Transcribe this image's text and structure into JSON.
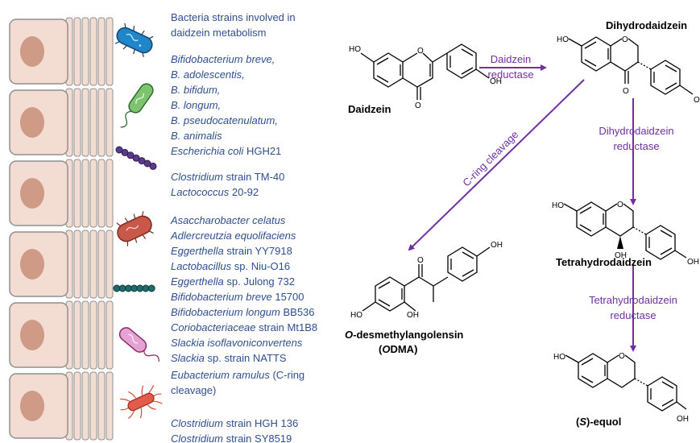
{
  "legend": {
    "title_line1": "Bacteria strains involved in",
    "title_line2": "daidzein metabolism"
  },
  "groups": [
    {
      "lines": [
        [
          {
            "t": "Bifidobacterium breve,",
            "i": true
          }
        ],
        [
          {
            "t": "B. adolescentis,",
            "i": true
          }
        ],
        [
          {
            "t": "B. bifidum,",
            "i": true
          }
        ],
        [
          {
            "t": "B. longum,",
            "i": true
          }
        ],
        [
          {
            "t": "B. pseudocatenulatum,",
            "i": true
          }
        ],
        [
          {
            "t": "B. animalis",
            "i": true
          }
        ],
        [
          {
            "t": "Escherichia coli",
            "i": true
          },
          {
            "t": " HGH21",
            "i": false
          }
        ]
      ]
    },
    {
      "lines": [
        [
          {
            "t": "Clostridium",
            "i": true
          },
          {
            "t": " strain TM-40",
            "i": false
          }
        ],
        [
          {
            "t": "Lactococcus",
            "i": true
          },
          {
            "t": " 20-92",
            "i": false
          }
        ]
      ]
    },
    {
      "lines": [
        [
          {
            "t": "Asaccharobacter celatus",
            "i": true
          }
        ],
        [
          {
            "t": "Adlercreutzia equolifaciens",
            "i": true
          }
        ],
        [
          {
            "t": "Eggerthella",
            "i": true
          },
          {
            "t": " strain YY7918",
            "i": false
          }
        ],
        [
          {
            "t": "Lactobacillus",
            "i": true
          },
          {
            "t": " sp. Niu-O16",
            "i": false
          }
        ],
        [
          {
            "t": "Eggerthella",
            "i": true
          },
          {
            "t": " sp. Julong 732",
            "i": false
          }
        ],
        [
          {
            "t": "Bifidobacterium breve",
            "i": true
          },
          {
            "t": " 15700",
            "i": false
          }
        ],
        [
          {
            "t": "Bifidobacterium longum",
            "i": true
          },
          {
            "t": " BB536",
            "i": false
          }
        ],
        [
          {
            "t": "Coriobacteriaceae",
            "i": true
          },
          {
            "t": "  strain Mt1B8",
            "i": false
          }
        ],
        [
          {
            "t": "Slackia isoflavoniconvertens",
            "i": true
          }
        ],
        [
          {
            "t": "Slackia",
            "i": true
          },
          {
            "t": " sp. strain NATTS",
            "i": false
          }
        ]
      ]
    },
    {
      "lines": [
        [
          {
            "t": "Eubacterium ramulus",
            "i": true
          },
          {
            "t": " (C-ring",
            "i": false
          }
        ],
        [
          {
            "t": "cleavage)",
            "i": false
          }
        ]
      ]
    },
    {
      "lines": [
        [
          {
            "t": "Clostridium",
            "i": true
          },
          {
            "t": " strain HGH 136",
            "i": false
          }
        ],
        [
          {
            "t": "Clostridium",
            "i": true
          },
          {
            "t": " strain SY8519",
            "i": false
          }
        ]
      ]
    }
  ],
  "compounds": {
    "daidzein": "Daidzein",
    "dihydrodaidzein": "Dihydrodaidzein",
    "tetrahydrodaidzein": "Tetrahydrodaidzein",
    "odma_line1_italic": "O",
    "odma_line1_rest": "-desmethylangolensin",
    "odma_line2_open": "(",
    "odma_line2_italic": "O",
    "odma_line2_rest": "DMA)",
    "equol_open": "(",
    "equol_italic": "S",
    "equol_rest": ")-equol"
  },
  "enzymes": {
    "daidzein_reductase_1": "Daidzein",
    "daidzein_reductase_2": "reductase",
    "dhd_reductase_1": "Dihydrodaidzein",
    "dhd_reductase_2": "reductase",
    "thd_reductase_1": "Tetrahydrodaidzein",
    "thd_reductase_2": "reductase",
    "c_ring": "C-ring cleavage"
  },
  "atoms": {
    "ho": "HO",
    "oh": "OH",
    "o": "O",
    "oh_trunc": "OH"
  },
  "colors": {
    "text_blue": "#2f4f8f",
    "pathway_purple": "#7030a0",
    "cell_fill": "#f3ddd2",
    "nucleus": "#cf9a86"
  }
}
